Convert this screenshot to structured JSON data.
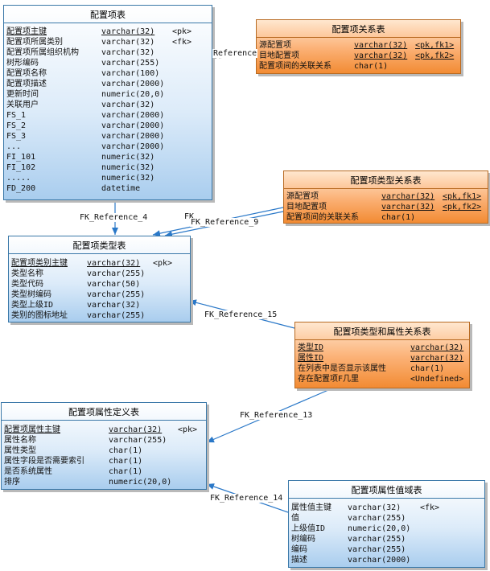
{
  "tables": {
    "config_item": {
      "title": "配置项表",
      "rows": [
        {
          "name": "配置项主键",
          "type": "varchar(32)",
          "key": "<pk>"
        },
        {
          "name": "配置项所属类别",
          "type": "varchar(32)",
          "key": "<fk>"
        },
        {
          "name": "配置项所属组织机构",
          "type": "varchar(32)",
          "key": ""
        },
        {
          "name": "树形编码",
          "type": "varchar(255)",
          "key": ""
        },
        {
          "name": "配置项名称",
          "type": "varchar(100)",
          "key": ""
        },
        {
          "name": "配置项描述",
          "type": "varchar(2000)",
          "key": ""
        },
        {
          "name": "更新时间",
          "type": "numeric(20,0)",
          "key": ""
        },
        {
          "name": "关联用户",
          "type": "varchar(32)",
          "key": ""
        },
        {
          "name": "FS_1",
          "type": "varchar(2000)",
          "key": ""
        },
        {
          "name": "FS_2",
          "type": "varchar(2000)",
          "key": ""
        },
        {
          "name": "FS_3",
          "type": "varchar(2000)",
          "key": ""
        },
        {
          "name": "...",
          "type": "varchar(2000)",
          "key": ""
        },
        {
          "name": "FI_101",
          "type": "numeric(32)",
          "key": ""
        },
        {
          "name": "FI_102",
          "type": "numeric(32)",
          "key": ""
        },
        {
          "name": ".....",
          "type": "numeric(32)",
          "key": ""
        },
        {
          "name": "FD_200",
          "type": "datetime",
          "key": ""
        }
      ]
    },
    "config_item_relation": {
      "title": "配置项关系表",
      "rows": [
        {
          "name": "源配置项",
          "type": "varchar(32)",
          "key": "<pk,fk1>"
        },
        {
          "name": "目地配置项",
          "type": "varchar(32)",
          "key": "<pk,fk2>"
        },
        {
          "name": "配置项间的关联关系",
          "type": "char(1)",
          "key": ""
        }
      ]
    },
    "config_item_type_relation": {
      "title": "配置项类型关系表",
      "rows": [
        {
          "name": "源配置项",
          "type": "varchar(32)",
          "key": "<pk,fk1>"
        },
        {
          "name": "目地配置项",
          "type": "varchar(32)",
          "key": "<pk,fk2>"
        },
        {
          "name": "配置项间的关联关系",
          "type": "char(1)",
          "key": ""
        }
      ]
    },
    "config_item_type": {
      "title": "配置项类型表",
      "rows": [
        {
          "name": "配置项类别主键",
          "type": "varchar(32)",
          "key": "<pk>"
        },
        {
          "name": "类型名称",
          "type": "varchar(255)",
          "key": ""
        },
        {
          "name": "类型代码",
          "type": "varchar(50)",
          "key": ""
        },
        {
          "name": "类型树编码",
          "type": "varchar(255)",
          "key": ""
        },
        {
          "name": "类型上级ID",
          "type": "varchar(32)",
          "key": ""
        },
        {
          "name": "类别的图标地址",
          "type": "varchar(255)",
          "key": ""
        }
      ]
    },
    "type_attr_relation": {
      "title": "配置项类型和属性关系表",
      "rows": [
        {
          "name": "类型ID",
          "type": "varchar(32)",
          "key": ""
        },
        {
          "name": "属性ID",
          "type": "varchar(32)",
          "key": ""
        },
        {
          "name": "在列表中是否显示该属性",
          "type": "char(1)",
          "key": ""
        },
        {
          "name": "存在配置项F几里",
          "type": "<Undefined>",
          "key": ""
        }
      ]
    },
    "attr_def": {
      "title": "配置项属性定义表",
      "rows": [
        {
          "name": "配置项属性主键",
          "type": "varchar(32)",
          "key": "<pk>"
        },
        {
          "name": "属性名称",
          "type": "varchar(255)",
          "key": ""
        },
        {
          "name": "属性类型",
          "type": "char(1)",
          "key": ""
        },
        {
          "name": "属性字段是否需要索引",
          "type": "char(1)",
          "key": ""
        },
        {
          "name": "是否系统属性",
          "type": "char(1)",
          "key": ""
        },
        {
          "name": "排序",
          "type": "numeric(20,0)",
          "key": ""
        }
      ]
    },
    "attr_value_domain": {
      "title": "配置项属性值域表",
      "rows": [
        {
          "name": "属性值主键",
          "type": "varchar(32)",
          "key": "<fk>"
        },
        {
          "name": "值",
          "type": "varchar(255)",
          "key": ""
        },
        {
          "name": "上级值ID",
          "type": "numeric(20,0)",
          "key": ""
        },
        {
          "name": "树编码",
          "type": "varchar(255)",
          "key": ""
        },
        {
          "name": "编码",
          "type": "varchar(255)",
          "key": ""
        },
        {
          "name": "描述",
          "type": "varchar(2000)",
          "key": ""
        }
      ]
    }
  },
  "references": {
    "r0": "Reference",
    "r4": "FK_Reference_4",
    "r8": "FK_",
    "r9": "FK_Reference_9",
    "r15": "FK_Reference_15",
    "r13": "FK_Reference_13",
    "r14": "FK_Reference_14"
  }
}
